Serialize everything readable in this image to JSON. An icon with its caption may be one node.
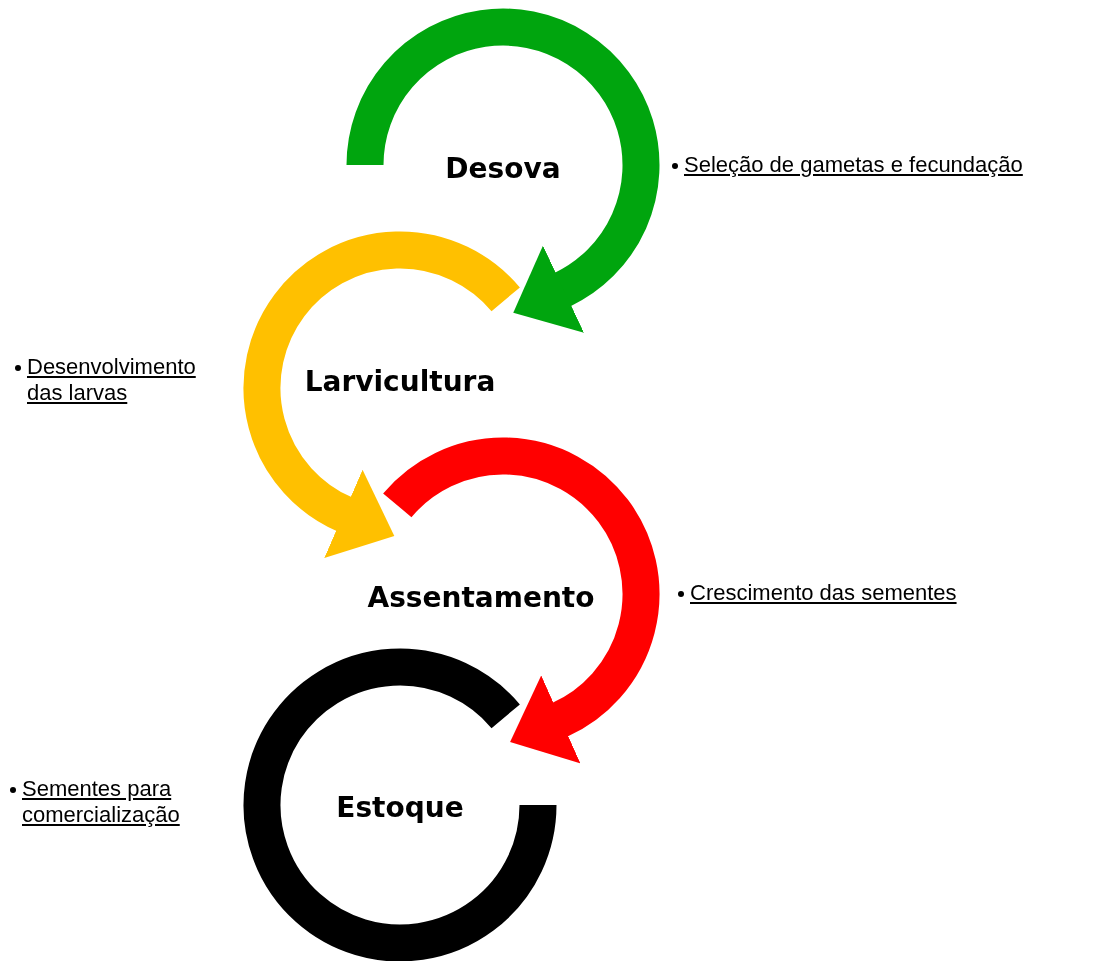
{
  "diagram": {
    "nodes": [
      {
        "text": [
          "Desova"
        ],
        "beside": [
          "Seleção de gametas e fecundação"
        ]
      },
      {
        "text": [
          "Larvicultura"
        ],
        "beside": [
          "Desenvolvimento das larvas"
        ]
      },
      {
        "text": [
          "Assentamento"
        ],
        "beside": [
          "Crescimento das sementes"
        ]
      },
      {
        "text": [
          "Estoque"
        ],
        "beside": [
          "Sementes para comercialização"
        ]
      }
    ],
    "edges": [
      {
        "from": 0,
        "to": 1,
        "arrow": "to",
        "color": "#00a50e"
      },
      {
        "from": 1,
        "to": 2,
        "arrow": "to",
        "color": "#ffc000"
      },
      {
        "from": 2,
        "to": 3,
        "arrow": "to",
        "color": "#ff0000"
      }
    ]
  }
}
